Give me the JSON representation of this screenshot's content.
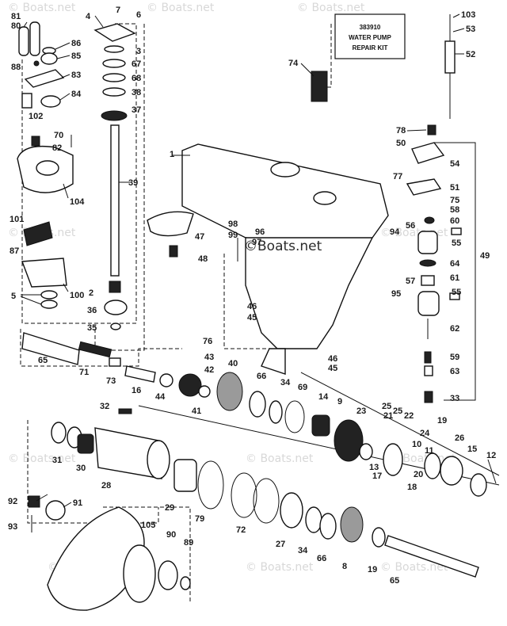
{
  "kit_box": {
    "part_number": "383910",
    "line1": "WATER PUMP",
    "line2": "REPAIR KIT"
  },
  "watermark": "© Boats.net",
  "main_watermark": "©Boats.net",
  "callouts": {
    "c1": "1",
    "c2": "2",
    "c3": "3",
    "c4": "4",
    "c5": "5",
    "c6": "6",
    "c7": "7",
    "c8": "8",
    "c9": "9",
    "c10": "10",
    "c11": "11",
    "c12": "12",
    "c13": "13",
    "c14": "14",
    "c15": "15",
    "c16": "16",
    "c17": "17",
    "c18": "18",
    "c19a": "19",
    "c19b": "19",
    "c20": "20",
    "c21": "21",
    "c22": "22",
    "c23": "23",
    "c24": "24",
    "c25a": "25",
    "c25b": "25",
    "c26": "26",
    "c27": "27",
    "c28": "28",
    "c29": "29",
    "c30": "30",
    "c31": "31",
    "c32": "32",
    "c33": "33",
    "c34a": "34",
    "c34b": "34",
    "c35": "35",
    "c36": "36",
    "c37": "37",
    "c38": "38",
    "c39": "39",
    "c40": "40",
    "c41": "41",
    "c42": "42",
    "c43": "43",
    "c44": "44",
    "c45a": "45",
    "c45b": "45",
    "c46a": "46",
    "c46b": "46",
    "c47": "47",
    "c48": "48",
    "c49": "49",
    "c50": "50",
    "c51": "51",
    "c52": "52",
    "c53": "53",
    "c54": "54",
    "c55a": "55",
    "c55b": "55",
    "c56": "56",
    "c57": "57",
    "c58": "58",
    "c59": "59",
    "c60": "60",
    "c61": "61",
    "c62": "62",
    "c63": "63",
    "c64": "64",
    "c65a": "65",
    "c65b": "65",
    "c66a": "66",
    "c66b": "66",
    "c67": "67",
    "c68": "68",
    "c69": "69",
    "c70": "70",
    "c71": "71",
    "c72": "72",
    "c73": "73",
    "c74": "74",
    "c75": "75",
    "c76": "76",
    "c77": "77",
    "c78": "78",
    "c79": "79",
    "c80": "80",
    "c81": "81",
    "c82": "82",
    "c83": "83",
    "c84": "84",
    "c85": "85",
    "c86": "86",
    "c87": "87",
    "c88": "88",
    "c89": "89",
    "c90": "90",
    "c91": "91",
    "c92": "92",
    "c93": "93",
    "c94": "94",
    "c95": "95",
    "c96": "96",
    "c97": "97",
    "c98": "98",
    "c99": "99",
    "c100": "100",
    "c101": "101",
    "c102": "102",
    "c103": "103",
    "c104": "104",
    "c105": "105"
  }
}
